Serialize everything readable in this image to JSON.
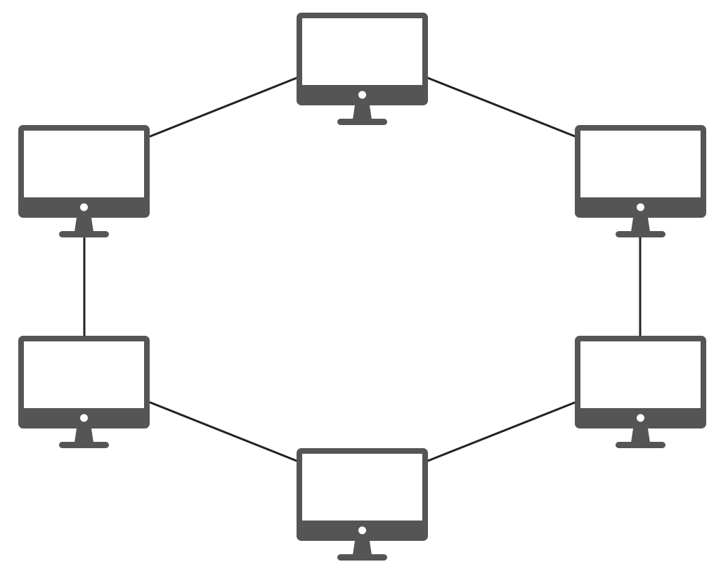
{
  "diagram": {
    "type": "ring-network-topology",
    "node_icon": "desktop-monitor-icon",
    "colors": {
      "device": "#555555",
      "screen": "#ffffff",
      "link": "#222222",
      "background": "#ffffff"
    },
    "nodes": [
      {
        "id": "top"
      },
      {
        "id": "upper-left"
      },
      {
        "id": "upper-right"
      },
      {
        "id": "lower-left"
      },
      {
        "id": "lower-right"
      },
      {
        "id": "bottom"
      }
    ],
    "links": [
      {
        "from": "top",
        "to": "upper-left"
      },
      {
        "from": "top",
        "to": "upper-right"
      },
      {
        "from": "upper-left",
        "to": "lower-left"
      },
      {
        "from": "upper-right",
        "to": "lower-right"
      },
      {
        "from": "lower-left",
        "to": "bottom"
      },
      {
        "from": "lower-right",
        "to": "bottom"
      }
    ]
  }
}
